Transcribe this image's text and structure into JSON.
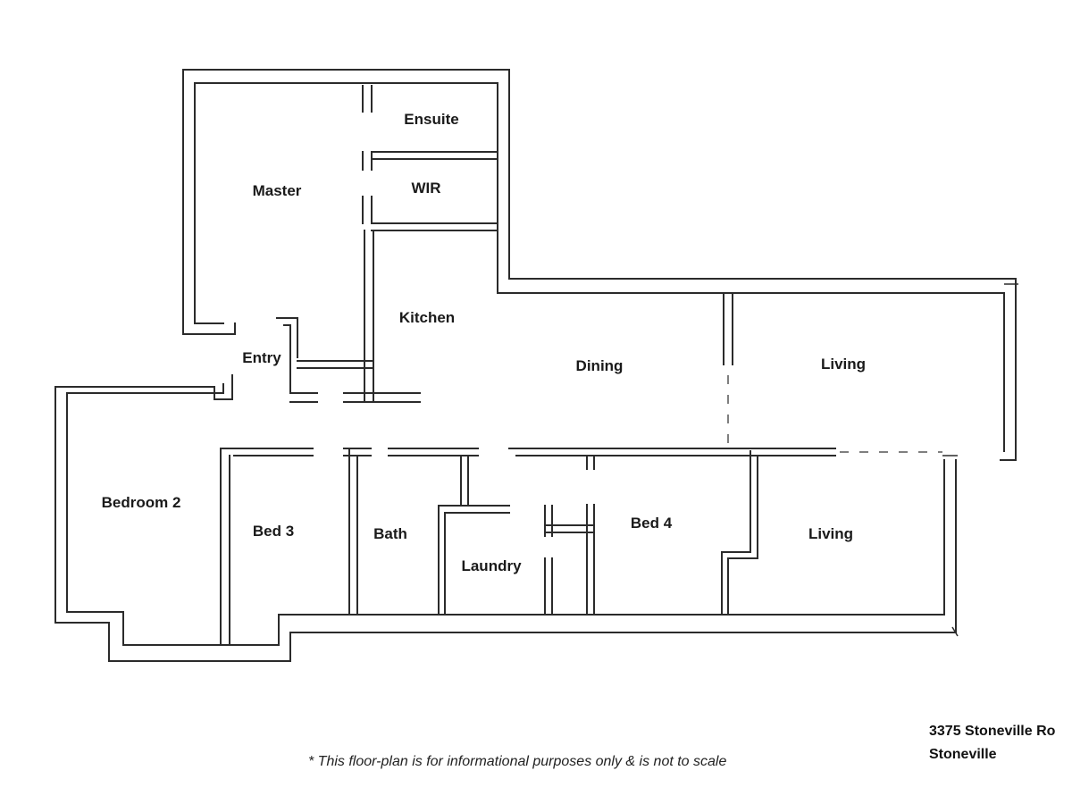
{
  "plan": {
    "rooms": {
      "master": "Master",
      "ensuite": "Ensuite",
      "wir": "WIR",
      "kitchen": "Kitchen",
      "entry": "Entry",
      "dining": "Dining",
      "living_upper": "Living",
      "bedroom2": "Bedroom 2",
      "bed3": "Bed 3",
      "bath": "Bath",
      "laundry": "Laundry",
      "bed4": "Bed 4",
      "living_lower": "Living"
    },
    "disclaimer": "* This floor-plan is for informational purposes only & is not to scale",
    "address": {
      "line1": "3375 Stoneville Ro",
      "line2": "Stoneville"
    }
  }
}
